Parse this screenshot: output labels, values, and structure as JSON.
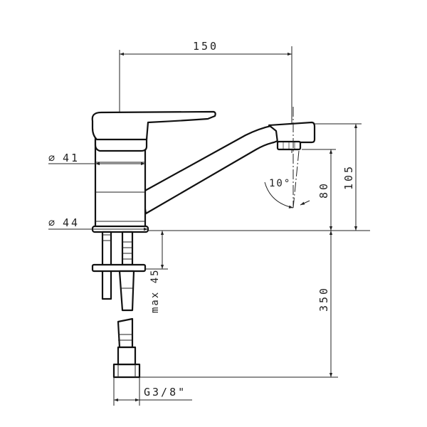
{
  "dimensions": {
    "width_150": "150",
    "height_105": "105",
    "height_80": "80",
    "angle_10": "10°",
    "diameter_41": "41",
    "diameter_44": "44",
    "max_45": "max 45",
    "length_350": "350",
    "thread": "G3/8\""
  },
  "symbols": {
    "diameter": "⌀"
  }
}
